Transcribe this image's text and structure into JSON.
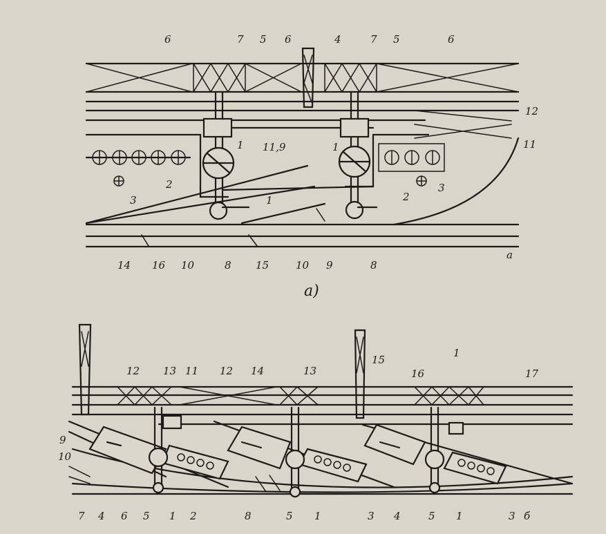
{
  "diagram_a": {
    "caption": "а)",
    "labels": {
      "l6a": "6",
      "l7a": "7",
      "l5a": "5",
      "l6b": "6",
      "l4": "4",
      "l7b": "7",
      "l5b": "5",
      "l6c": "6",
      "l12": "12",
      "l11": "11",
      "l1a": "1",
      "l119": "11,9",
      "l1b": "1",
      "l2a": "2",
      "l3a": "3",
      "l1c": "1",
      "l2b": "2",
      "l3b": "3",
      "l14": "14",
      "l16": "16",
      "l10a": "10",
      "l8a": "8",
      "l15": "15",
      "l10b": "10",
      "l9": "9",
      "l8b": "8",
      "la": "а"
    }
  },
  "diagram_b": {
    "caption": "",
    "labels": {
      "l12a": "12",
      "l13a": "13",
      "l11": "11",
      "l12b": "12",
      "l14": "14",
      "l13b": "13",
      "l15": "15",
      "l1top": "1",
      "l16": "16",
      "l17": "17",
      "l9": "9",
      "l10": "10",
      "b7": "7",
      "b4a": "4",
      "b6": "6",
      "b5a": "5",
      "b1a": "1",
      "b2": "2",
      "b8": "8",
      "b5b": "5",
      "b1b": "1",
      "b3a": "3",
      "b4b": "4",
      "b5c": "5",
      "b1c": "1",
      "b3b": "3",
      "b6b": "б"
    }
  }
}
